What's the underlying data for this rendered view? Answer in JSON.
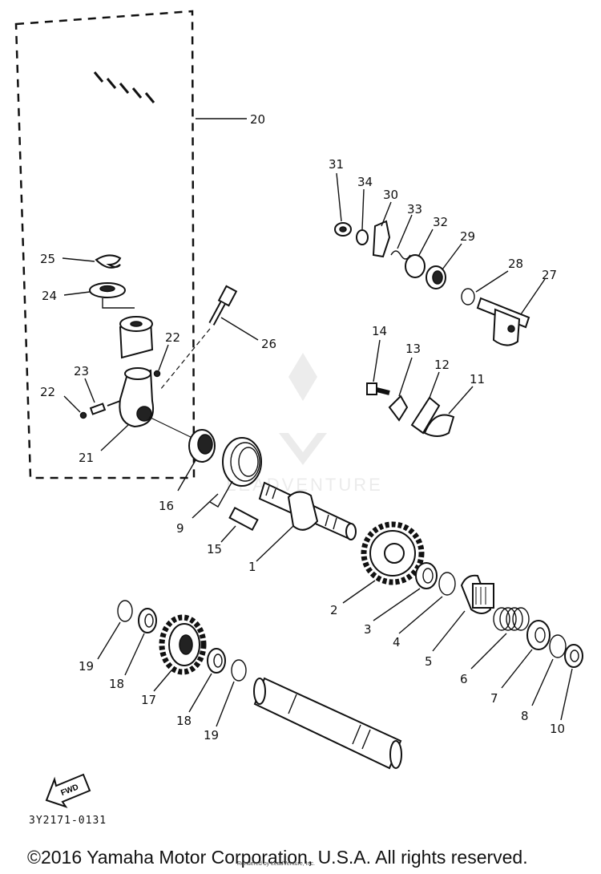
{
  "labels": {
    "l1": "1",
    "l2": "2",
    "l3": "3",
    "l4": "4",
    "l5": "5",
    "l6": "6",
    "l7": "7",
    "l8": "8",
    "l9": "9",
    "l10": "10",
    "l11": "11",
    "l12": "12",
    "l13": "13",
    "l14": "14",
    "l15": "15",
    "l16": "16",
    "l17": "17",
    "l18a": "18",
    "l18b": "18",
    "l19a": "19",
    "l19b": "19",
    "l20": "20",
    "l21": "21",
    "l22a": "22",
    "l22b": "22",
    "l23": "23",
    "l24": "24",
    "l25": "25",
    "l26": "26",
    "l27": "27",
    "l28": "28",
    "l29": "29",
    "l30": "30",
    "l31": "31",
    "l32": "32",
    "l33": "33",
    "l34": "34"
  },
  "fwd_label": "FWD",
  "watermark": "LEADVENTURE",
  "catalog_code": "3Y2171-0131",
  "copyright": "©2016 Yamaha Motor Corporation, U.S.A. All rights reserved.",
  "rendered_by": "Rendered by LeadVenture, Inc."
}
